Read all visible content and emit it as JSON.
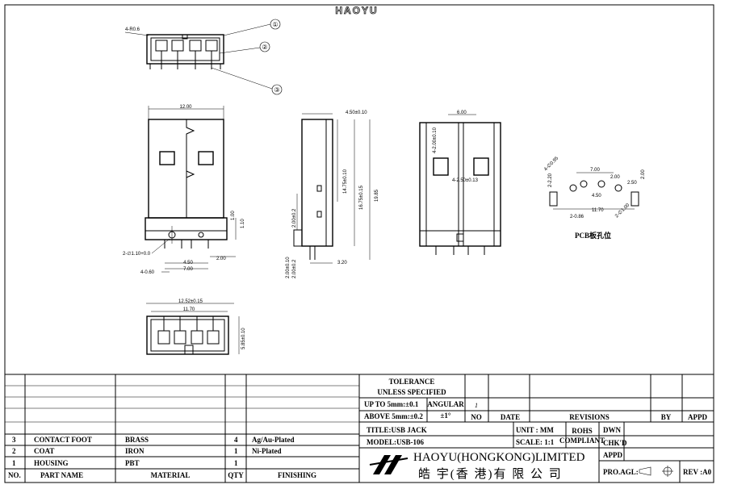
{
  "brand": "HAOYU",
  "top_view": {
    "dim_left": "4-R0.6",
    "callouts": [
      "②",
      "①",
      "③"
    ]
  },
  "front_view": {
    "width": "12.00",
    "h1": "1.00",
    "h2": "1.10",
    "pin_hole": "2-∅1.10+0.0",
    "pin_pitch": "4.50",
    "pin_span": "7.00",
    "pin_w": "4-0.60",
    "right_dim": "2.00"
  },
  "side_view": {
    "top_dim": "4.50±0.10",
    "d1": "14.75±0.10",
    "d2": "16.75±0.15",
    "d3": "19.85",
    "d4": "2.00±0.2",
    "d5": "2.00±0.10",
    "d6": "2.00±0.2",
    "d7": "3.20"
  },
  "rear_view": {
    "top_dim": "6.00",
    "d1": "4-2.00±0.10",
    "d2": "4-2.50±0.13"
  },
  "pcb": {
    "title": "PCB板孔位",
    "d_700": "7.00",
    "d_200a": "2.00",
    "d_200b": "2.00",
    "d_250": "2.50",
    "d_450": "4.50",
    "d_1170": "11.70",
    "d_220": "2-2.20",
    "d_086": "2-0.86",
    "d_hole1": "4-∅0.95",
    "d_hole2": "2-∅1.00"
  },
  "bottom_view": {
    "w1": "12.52±0.15",
    "w2": "11.70",
    "h": "5.85±0.10"
  },
  "title_block": {
    "tolerance_title": "TOLERANCE",
    "tolerance_sub": "UNLESS  SPECIFIED",
    "tol_up": "UP TO 5mm:±0.1",
    "tol_above": "ABOVE 5mm:±0.2",
    "angular": "ANGULAR",
    "angular_val": "±1°",
    "rev_mark": "1",
    "no_label": "NO",
    "date_label": "DATE",
    "revisions_label": "REVISIONS",
    "by_label": "BY",
    "appd_label": "APPD",
    "title": "TITLE:USB JACK",
    "model": "MODEL:USB-106",
    "unit": "UNIT : MM",
    "scale": "SCALE: 1:1",
    "rohs": "ROHS",
    "compliant": "COMPLIANT",
    "dwn": "DWN",
    "chkd": "CHK'D",
    "appd": "APPD",
    "company": "HAOYU(HONGKONG)LIMITED",
    "company_cn": "皓 宇(香 港)有 限 公 司",
    "pro_agl": "PRO.AGL:",
    "rev": "REV :A0"
  },
  "bom": {
    "headers": [
      "NO.",
      "PART  NAME",
      "MATERIAL",
      "QTY",
      "FINISHING"
    ],
    "rows": [
      {
        "no": "3",
        "part": "CONTACT FOOT",
        "material": "BRASS",
        "qty": "4",
        "finish": "Ag/Au-Plated"
      },
      {
        "no": "2",
        "part": "COAT",
        "material": "IRON",
        "qty": "1",
        "finish": "Ni-Plated"
      },
      {
        "no": "1",
        "part": "HOUSING",
        "material": "PBT",
        "qty": "1",
        "finish": ""
      }
    ]
  }
}
